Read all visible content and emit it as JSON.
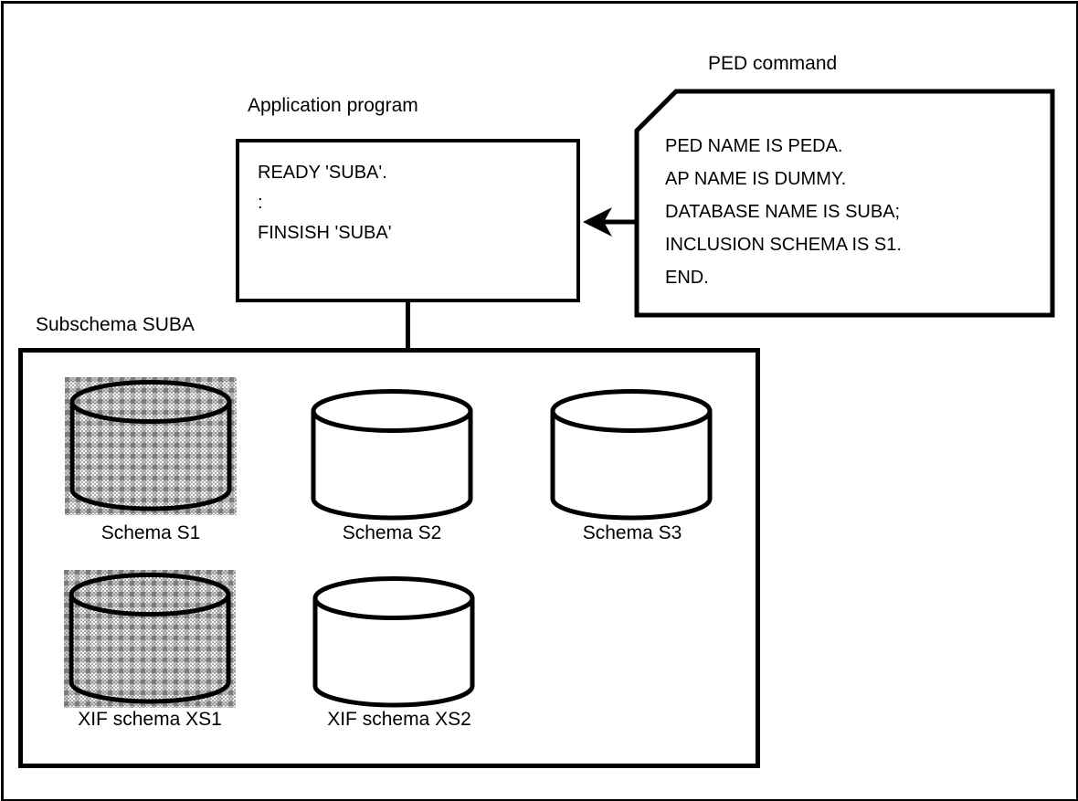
{
  "application_program": {
    "label": "Application program",
    "lines": [
      "READY 'SUBA'.",
      ":",
      "FINSISH 'SUBA'"
    ]
  },
  "ped_command": {
    "label": "PED command",
    "lines": [
      "PED NAME IS PEDA.",
      "AP NAME IS DUMMY.",
      "DATABASE NAME IS SUBA;",
      "INCLUSION SCHEMA IS S1.",
      "END."
    ]
  },
  "subschema": {
    "label": "Subschema SUBA",
    "schemas": [
      {
        "label": "Schema S1",
        "shaded": true
      },
      {
        "label": "Schema S2",
        "shaded": false
      },
      {
        "label": "Schema S3",
        "shaded": false
      },
      {
        "label": "XIF schema XS1",
        "shaded": true
      },
      {
        "label": "XIF schema XS2",
        "shaded": false
      }
    ]
  },
  "colors": {
    "line": "#000000",
    "background": "#ffffff",
    "pattern_gray": "#7c7c7c",
    "pattern_light_gray": "#a9a9a9"
  }
}
